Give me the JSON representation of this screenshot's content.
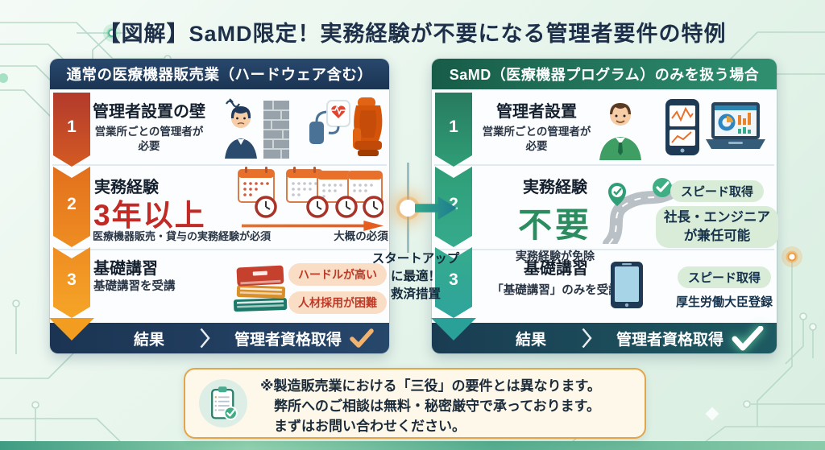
{
  "title": "【図解】SaMD限定！実務経験が不要になる管理者要件の特例",
  "left": {
    "header": "通常の医療機器販売業（ハードウェア含む）",
    "step1": {
      "num": "1",
      "title": "管理者設置の壁",
      "sub1": "営業所ごとの管理者が",
      "sub2": "必要"
    },
    "step2": {
      "num": "2",
      "title": "実務経験",
      "big": "3年以上",
      "sub": "医療機器販売・貸与の実務経験が必須",
      "note": "大概の必須"
    },
    "step3": {
      "num": "3",
      "title": "基礎講習",
      "sub": "基礎講習を受講",
      "badge1": "ハードルが高い",
      "badge2": "人材採用が困難"
    },
    "result_label": "結果",
    "result_value": "管理者資格取得"
  },
  "right": {
    "header": "SaMD（医療機器プログラム）のみを扱う場合",
    "step1": {
      "num": "1",
      "title": "管理者設置",
      "sub1": "営業所ごとの管理者が",
      "sub2": "必要"
    },
    "step2": {
      "num": "2",
      "title": "実務経験",
      "big": "不要",
      "sub": "実務経験が免除",
      "badge1": "スピード取得",
      "badge2a": "社長・エンジニア",
      "badge2b": "が兼任可能"
    },
    "step3": {
      "num": "3",
      "title": "基礎講習",
      "sub": "「基礎講習」のみを受講",
      "badge1": "スピード取得",
      "note": "厚生労働大臣登録"
    },
    "result_label": "結果",
    "result_value": "管理者資格取得"
  },
  "connector": {
    "line1": "スタートアップ",
    "line2": "に最適！",
    "line3": "救済措置"
  },
  "note": {
    "line1": "※製造販売業における「三役」の要件とは異なります。",
    "line2": "弊所へのご相談は無料・秘密厳守で承っております。",
    "line3": "まずはお問い合わせください。"
  },
  "colors": {
    "navy": "#1b3453",
    "green_header": "#2f9070",
    "accent_red": "#c22b25",
    "accent_green": "#2a8c5f",
    "accent_orange": "#e8702a",
    "note_border": "#e2a54b"
  }
}
